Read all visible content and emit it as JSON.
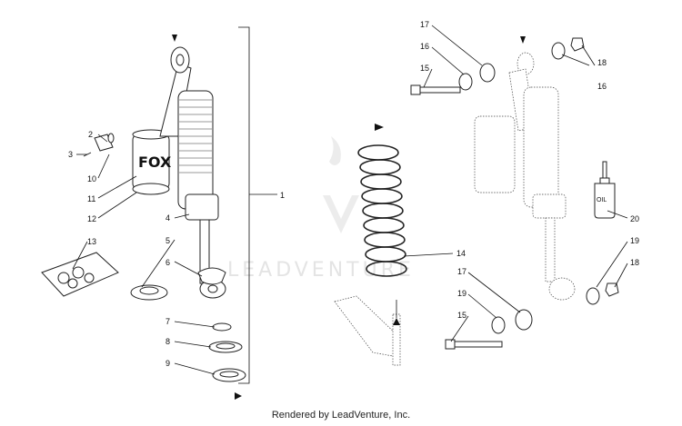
{
  "watermark": "LEADVENTURE",
  "footer": "Rendered by LeadVenture, Inc.",
  "oil_label": "OIL",
  "callouts": {
    "c1": "1",
    "c2": "2",
    "c3": "3",
    "c4": "4",
    "c5": "5",
    "c6": "6",
    "c7": "7",
    "c8": "8",
    "c9": "9",
    "c10": "10",
    "c11": "11",
    "c12": "12",
    "c13": "13",
    "c14": "14",
    "c15a": "15",
    "c15b": "15",
    "c16a": "16",
    "c16b": "16",
    "c17a": "17",
    "c17b": "17",
    "c18a": "18",
    "c18b": "18",
    "c19a": "19",
    "c19b": "19",
    "c20": "20"
  }
}
